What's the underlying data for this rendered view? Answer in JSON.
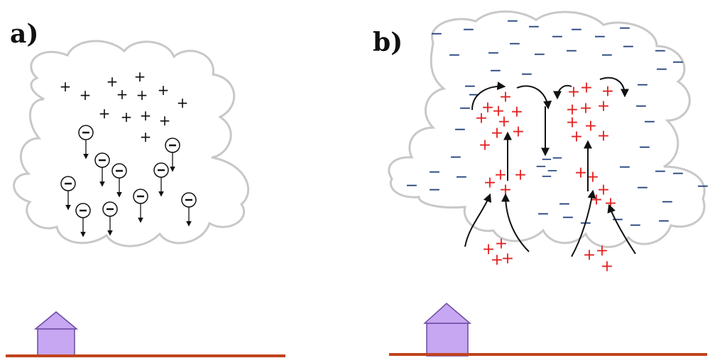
{
  "panels": {
    "a": {
      "label": "a)",
      "pos_symbol": "+",
      "neg_symbol": "−"
    },
    "b": {
      "label": "b)",
      "pos_symbol": "+",
      "neg_symbol": "−"
    }
  },
  "colors": {
    "cloud_outline": "#c8c8c8",
    "ground": "#c0431c",
    "house_fill": "#c7a6f2",
    "house_stroke": "#6b4aa0",
    "positive_a": "#111111",
    "positive_b": "#e32222",
    "negative_b": "#1c3f7a",
    "arrow": "#111111"
  },
  "icons": {
    "a": [
      "cloud-outline",
      "electron-drop-icon",
      "house-icon"
    ],
    "b": [
      "cloud-outline",
      "updraft-arrow-icon",
      "house-icon"
    ]
  }
}
